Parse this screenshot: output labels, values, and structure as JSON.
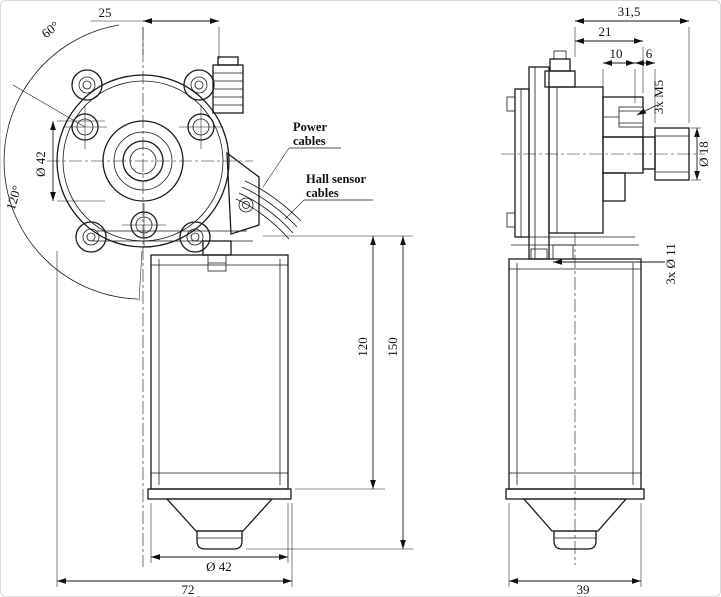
{
  "drawing": {
    "front": {
      "dim_25": "25",
      "dim_60deg": "60°",
      "dim_120deg": "120°",
      "dim_dia42_flange": "Ø 42",
      "dim_120": "120",
      "dim_150": "150",
      "dim_dia42_motor": "Ø 42",
      "dim_72": "72",
      "label_power_1": "Power",
      "label_power_2": "cables",
      "label_hall_1": "Hall sensor",
      "label_hall_2": "cables"
    },
    "side": {
      "dim_31_5": "31,5",
      "dim_21": "21",
      "dim_10": "10",
      "dim_6": "6",
      "dim_3xM5": "3x M5",
      "dim_dia18": "Ø 18",
      "dim_3xdia11": "3x Ø 11",
      "dim_39": "39"
    }
  }
}
